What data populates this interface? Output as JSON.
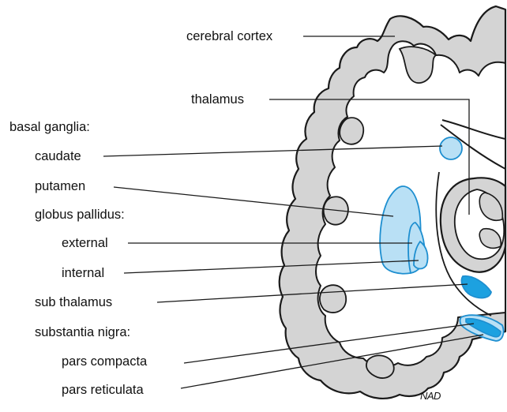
{
  "labels": {
    "cerebral_cortex": "cerebral cortex",
    "thalamus": "thalamus",
    "basal_ganglia": "basal ganglia:",
    "caudate": "caudate",
    "putamen": "putamen",
    "globus_pallidus": "globus pallidus:",
    "external": "external",
    "internal": "internal",
    "sub_thalamus": "sub thalamus",
    "substantia_nigra": "substantia nigra:",
    "pars_compacta": "pars compacta",
    "pars_reticulata": "pars reticulata"
  },
  "signature": "NAD",
  "colors": {
    "nucleus_fill": "#b9e0f5",
    "nucleus_dark": "#1da1e0",
    "nucleus_stroke": "#1e8fd0",
    "grey_matter": "#d4d4d4",
    "outline": "#1a1a1a"
  }
}
